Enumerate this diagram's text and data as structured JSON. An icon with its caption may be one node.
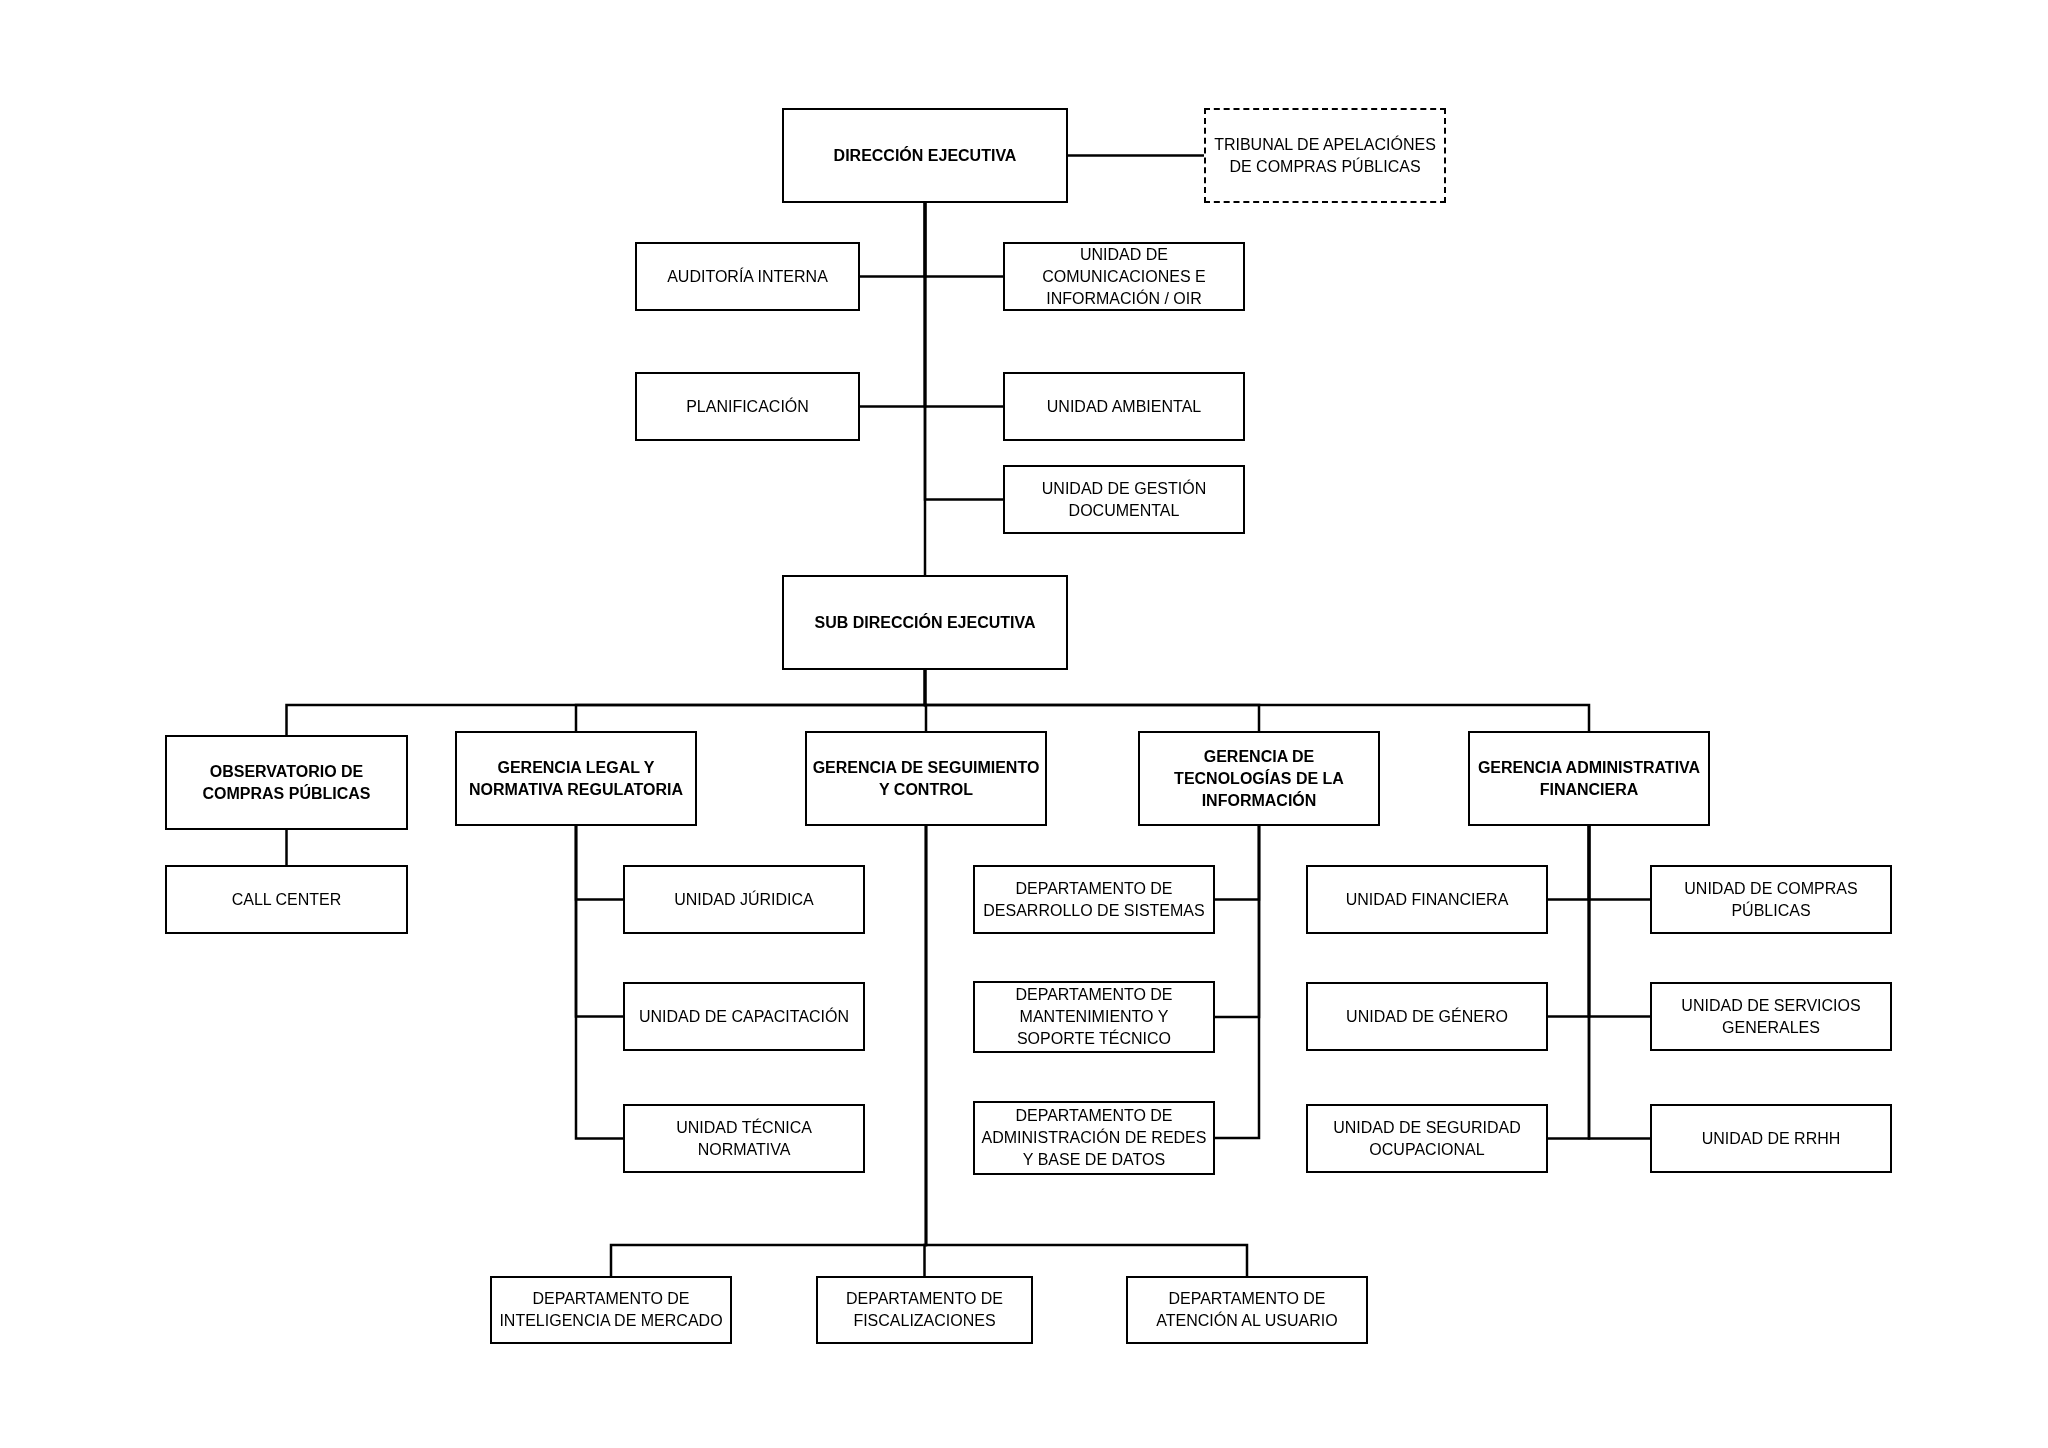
{
  "diagram": {
    "nodes": [
      {
        "text": [
          "DIRECCIÓN EJECUTIVA"
        ]
      },
      {
        "text": [
          "TRIBUNAL DE APELACIÓNES DE COMPRAS PÚBLICAS"
        ]
      },
      {
        "text": [
          "AUDITORÍA INTERNA"
        ]
      },
      {
        "text": [
          "UNIDAD DE COMUNICACIONES E INFORMACIÓN / OIR"
        ]
      },
      {
        "text": [
          "PLANIFICACIÓN"
        ]
      },
      {
        "text": [
          "UNIDAD AMBIENTAL"
        ]
      },
      {
        "text": [
          "UNIDAD DE GESTIÓN DOCUMENTAL"
        ]
      },
      {
        "text": [
          "SUB DIRECCIÓN EJECUTIVA"
        ]
      },
      {
        "text": [
          "OBSERVATORIO DE COMPRAS PÚBLICAS"
        ]
      },
      {
        "text": [
          "GERENCIA LEGAL Y NORMATIVA REGULATORIA"
        ]
      },
      {
        "text": [
          "GERENCIA DE SEGUIMIENTO Y CONTROL"
        ]
      },
      {
        "text": [
          "GERENCIA DE TECNOLOGÍAS DE LA INFORMACIÓN"
        ]
      },
      {
        "text": [
          "GERENCIA ADMINISTRATIVA FINANCIERA"
        ]
      },
      {
        "text": [
          "CALL CENTER"
        ]
      },
      {
        "text": [
          "UNIDAD JÚRIDICA"
        ]
      },
      {
        "text": [
          "UNIDAD DE CAPACITACIÓN"
        ]
      },
      {
        "text": [
          "UNIDAD TÉCNICA NORMATIVA"
        ]
      },
      {
        "text": [
          "DEPARTAMENTO DE DESARROLLO DE SISTEMAS"
        ]
      },
      {
        "text": [
          "DEPARTAMENTO DE MANTENIMIENTO Y SOPORTE TÉCNICO"
        ]
      },
      {
        "text": [
          "DEPARTAMENTO DE ADMINISTRACIÓN DE REDES Y BASE DE DATOS"
        ]
      },
      {
        "text": [
          "UNIDAD FINANCIERA"
        ]
      },
      {
        "text": [
          "UNIDAD DE COMPRAS PÚBLICAS"
        ]
      },
      {
        "text": [
          "UNIDAD DE GÉNERO"
        ]
      },
      {
        "text": [
          "UNIDAD DE SERVICIOS GENERALES"
        ]
      },
      {
        "text": [
          "UNIDAD DE SEGURIDAD OCUPACIONAL"
        ]
      },
      {
        "text": [
          "UNIDAD DE RRHH"
        ]
      },
      {
        "text": [
          "DEPARTAMENTO DE INTELIGENCIA DE MERCADO"
        ]
      },
      {
        "text": [
          "DEPARTAMENTO DE FISCALIZACIONES"
        ]
      },
      {
        "text": [
          "DEPARTAMENTO DE ATENCIÓN AL USUARIO"
        ]
      }
    ],
    "edges": [
      {
        "from": 0,
        "to": 1,
        "arrow": "none"
      },
      {
        "from": 0,
        "to": 2,
        "arrow": "none"
      },
      {
        "from": 0,
        "to": 3,
        "arrow": "none"
      },
      {
        "from": 0,
        "to": 4,
        "arrow": "none"
      },
      {
        "from": 0,
        "to": 5,
        "arrow": "none"
      },
      {
        "from": 0,
        "to": 6,
        "arrow": "none"
      },
      {
        "from": 0,
        "to": 7,
        "arrow": "none"
      },
      {
        "from": 7,
        "to": 8,
        "arrow": "none"
      },
      {
        "from": 7,
        "to": 9,
        "arrow": "none"
      },
      {
        "from": 7,
        "to": 10,
        "arrow": "none"
      },
      {
        "from": 7,
        "to": 11,
        "arrow": "none"
      },
      {
        "from": 7,
        "to": 12,
        "arrow": "none"
      },
      {
        "from": 8,
        "to": 13,
        "arrow": "none"
      },
      {
        "from": 9,
        "to": 14,
        "arrow": "none"
      },
      {
        "from": 9,
        "to": 15,
        "arrow": "none"
      },
      {
        "from": 9,
        "to": 16,
        "arrow": "none"
      },
      {
        "from": 11,
        "to": 17,
        "arrow": "none"
      },
      {
        "from": 11,
        "to": 18,
        "arrow": "none"
      },
      {
        "from": 11,
        "to": 19,
        "arrow": "none"
      },
      {
        "from": 12,
        "to": 20,
        "arrow": "none"
      },
      {
        "from": 12,
        "to": 21,
        "arrow": "none"
      },
      {
        "from": 12,
        "to": 22,
        "arrow": "none"
      },
      {
        "from": 12,
        "to": 23,
        "arrow": "none"
      },
      {
        "from": 12,
        "to": 24,
        "arrow": "none"
      },
      {
        "from": 12,
        "to": 25,
        "arrow": "none"
      },
      {
        "from": 10,
        "to": 26,
        "arrow": "none"
      },
      {
        "from": 10,
        "to": 27,
        "arrow": "none"
      },
      {
        "from": 10,
        "to": 28,
        "arrow": "none"
      }
    ]
  }
}
